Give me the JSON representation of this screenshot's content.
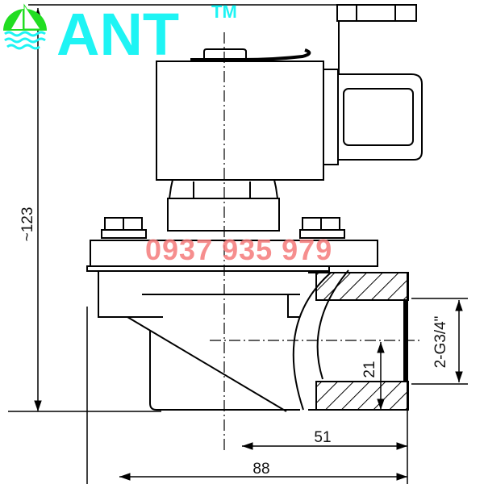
{
  "brand": {
    "name": "ANT",
    "trademark": "TM",
    "color": "#1ef4f4",
    "logo_icon": "sailboat-waves-icon",
    "logo_sail_color": "#22dd22"
  },
  "watermark": {
    "phone": "0937 935 979",
    "color": "#f47a7a"
  },
  "drawing": {
    "subject": "solenoid pulse valve side view",
    "dimensions": {
      "height_label": "~123",
      "port_label": "2-G3/4\"",
      "port_offset_label": "21",
      "outlet_length_label": "51",
      "overall_length_label": "88"
    }
  }
}
